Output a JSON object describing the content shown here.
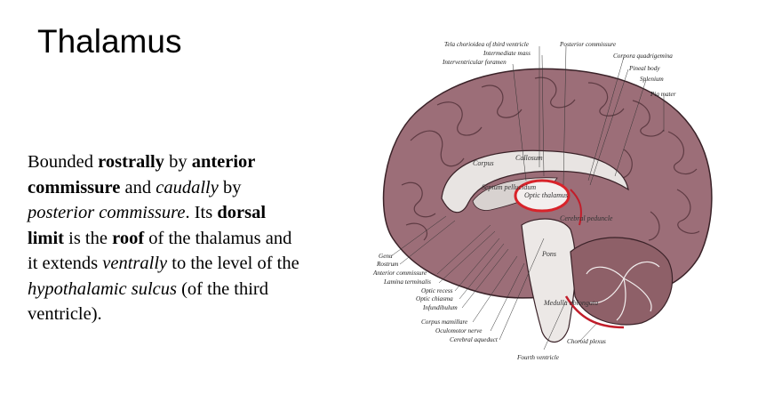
{
  "slide": {
    "title": "Thalamus"
  },
  "text": {
    "t1": "Bounded ",
    "t2": "rostrally",
    "t3": " by ",
    "t4": "anterior commissure",
    "t5": " and ",
    "t6": "caudally",
    "t7": " by ",
    "t8": "posterior commissure",
    "t9": ". Its ",
    "t10": "dorsal limit",
    "t11": " is the ",
    "t12": "roof",
    "t13": " of the thalamus and it extends ",
    "t14": "ventrally",
    "t15": " to the level of the ",
    "t16": "hypothalamic sulcus",
    "t17": " (of the third ventricle)."
  },
  "figure": {
    "highlight_color": "#d8232a",
    "labels_top": [
      "Tela chorioidea of third ventricle",
      "Intermediate mass",
      "Interventricular foramen",
      "Posterior commissure",
      "Corpora quadrigemina",
      "Pineal body",
      "Splenium",
      "Pia mater"
    ],
    "labels_bottom": [
      "Genu",
      "Rostrum",
      "Anterior commissure",
      "Lamina terminalis",
      "Optic recess",
      "Optic chiasma",
      "Infundibulum",
      "Corpus mamillare",
      "Oculomotor nerve",
      "Cerebral aqueduct",
      "Choroid plexus",
      "Fourth ventricle"
    ],
    "inner_labels": [
      "Corpus",
      "Callosum",
      "Septum pellucidum",
      "Optic thalamus",
      "Cerebral peduncle",
      "Pons",
      "Medulla oblongata"
    ]
  }
}
